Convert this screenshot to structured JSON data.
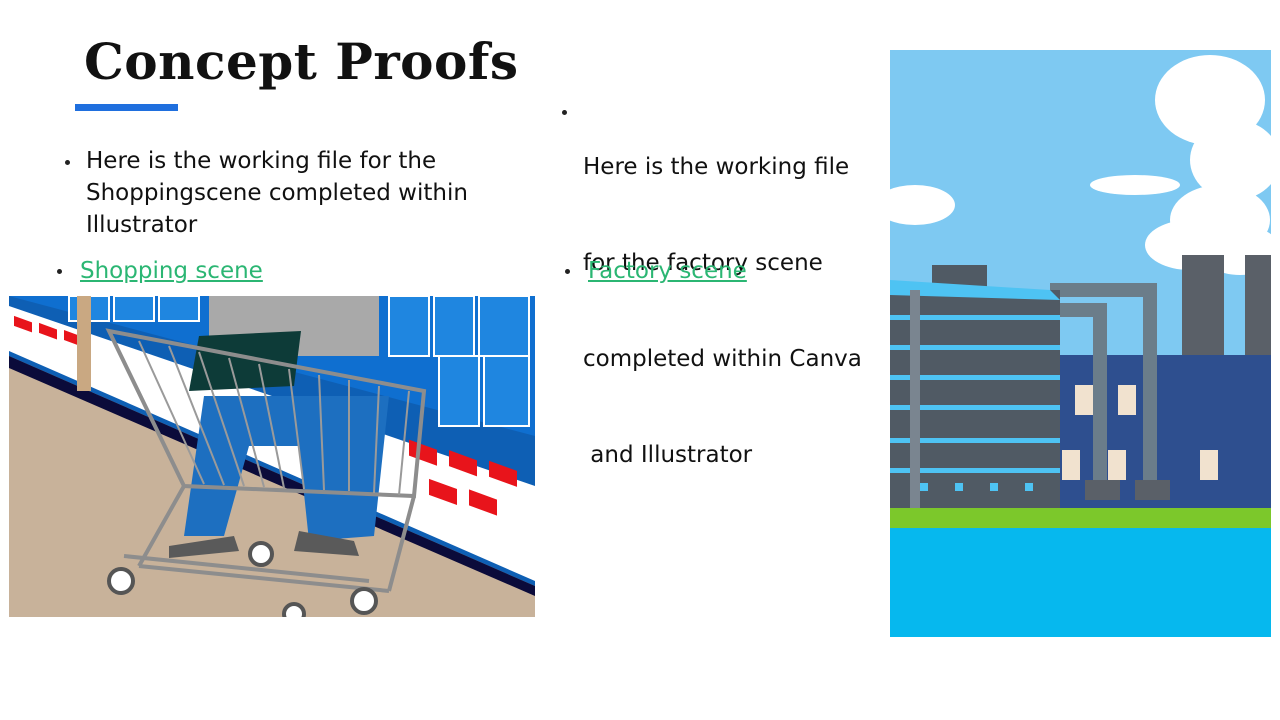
{
  "slide": {
    "title": "Concept Proofs",
    "left_bullet": {
      "line1": "Here is the working file for the",
      "line2": "Shoppingscene completed within",
      "line3": "Illustrator"
    },
    "right_bullet": {
      "line1": "Here is the working file",
      "line2": "for the factory scene",
      "line3": "completed within Canva",
      "line4": " and Illustrator"
    },
    "links": {
      "shopping": "Shopping scene",
      "factory": "Factory scene"
    },
    "images": {
      "shopping": "shopping-cart-illustration",
      "factory": "factory-illustration"
    }
  },
  "colors": {
    "accent": "#1f6fde",
    "link": "#2bb673",
    "text": "#111111"
  }
}
